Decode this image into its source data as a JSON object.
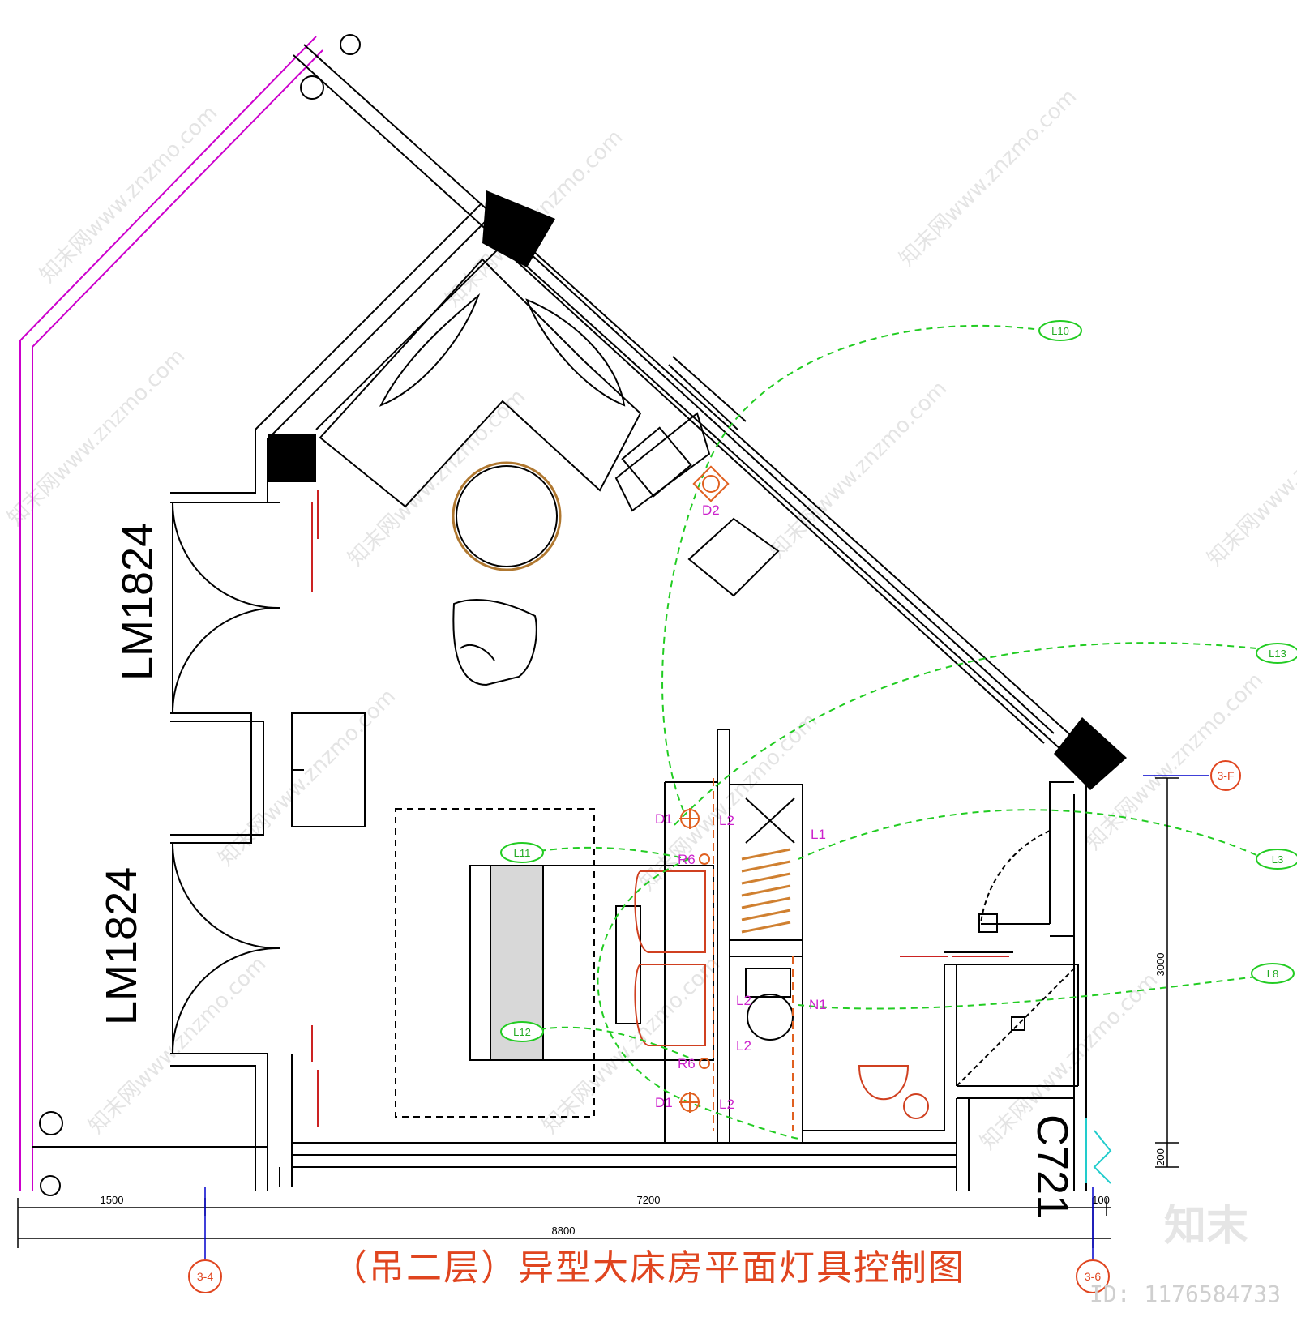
{
  "title": "（吊二层）异型大床房平面灯具控制图",
  "brand": "知末",
  "id_text": "ID: 1176584733",
  "watermark": "知末网www.znzmo.com",
  "door_labels": [
    "LM1824",
    "LM1824"
  ],
  "window_label": "C721",
  "circuit_tags": [
    "L10",
    "L13",
    "L3",
    "L8",
    "L11",
    "L12"
  ],
  "fixture_labels": {
    "d2": "D2",
    "d1a": "D1",
    "d1b": "D1",
    "l2a": "L2",
    "l2b": "L2",
    "l2c": "L2",
    "l2d": "L2",
    "l1": "L1",
    "n1": "N1",
    "r6a": "R6",
    "r6b": "R6"
  },
  "dimensions": {
    "d1500": "1500",
    "d7200": "7200",
    "d100": "100",
    "d8800": "8800",
    "d3000": "3000",
    "d200": "200"
  },
  "axis_labels": {
    "a_left": "3-4",
    "a_right": "3-6",
    "a_top": "3-F"
  },
  "colors": {
    "title": "#e0451f",
    "circuit": "#22cc22",
    "fixture_text": "#cc22cc",
    "wall": "#000000",
    "glass": "#cc00cc",
    "dim": "#cc2222",
    "axis": "#0000cc"
  }
}
